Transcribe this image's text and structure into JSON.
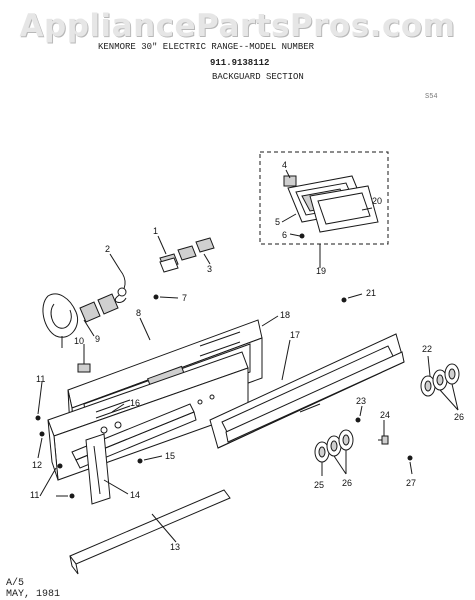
{
  "watermark": "AppliancePartsPros.com",
  "header": {
    "line1": "KENMORE 30\" ELECTRIC RANGE--MODEL NUMBER",
    "model_number": "911.9138112",
    "section": "BACKGUARD SECTION",
    "corner_code": "S54"
  },
  "callouts": [
    "1",
    "2",
    "3",
    "4",
    "5",
    "6",
    "7",
    "8",
    "9",
    "10",
    "11",
    "12",
    "13",
    "14",
    "15",
    "16",
    "17",
    "18",
    "19",
    "20",
    "21",
    "22",
    "23",
    "24",
    "25",
    "26",
    "27"
  ],
  "footer": {
    "rev": "A/5",
    "date": "MAY, 1981"
  }
}
